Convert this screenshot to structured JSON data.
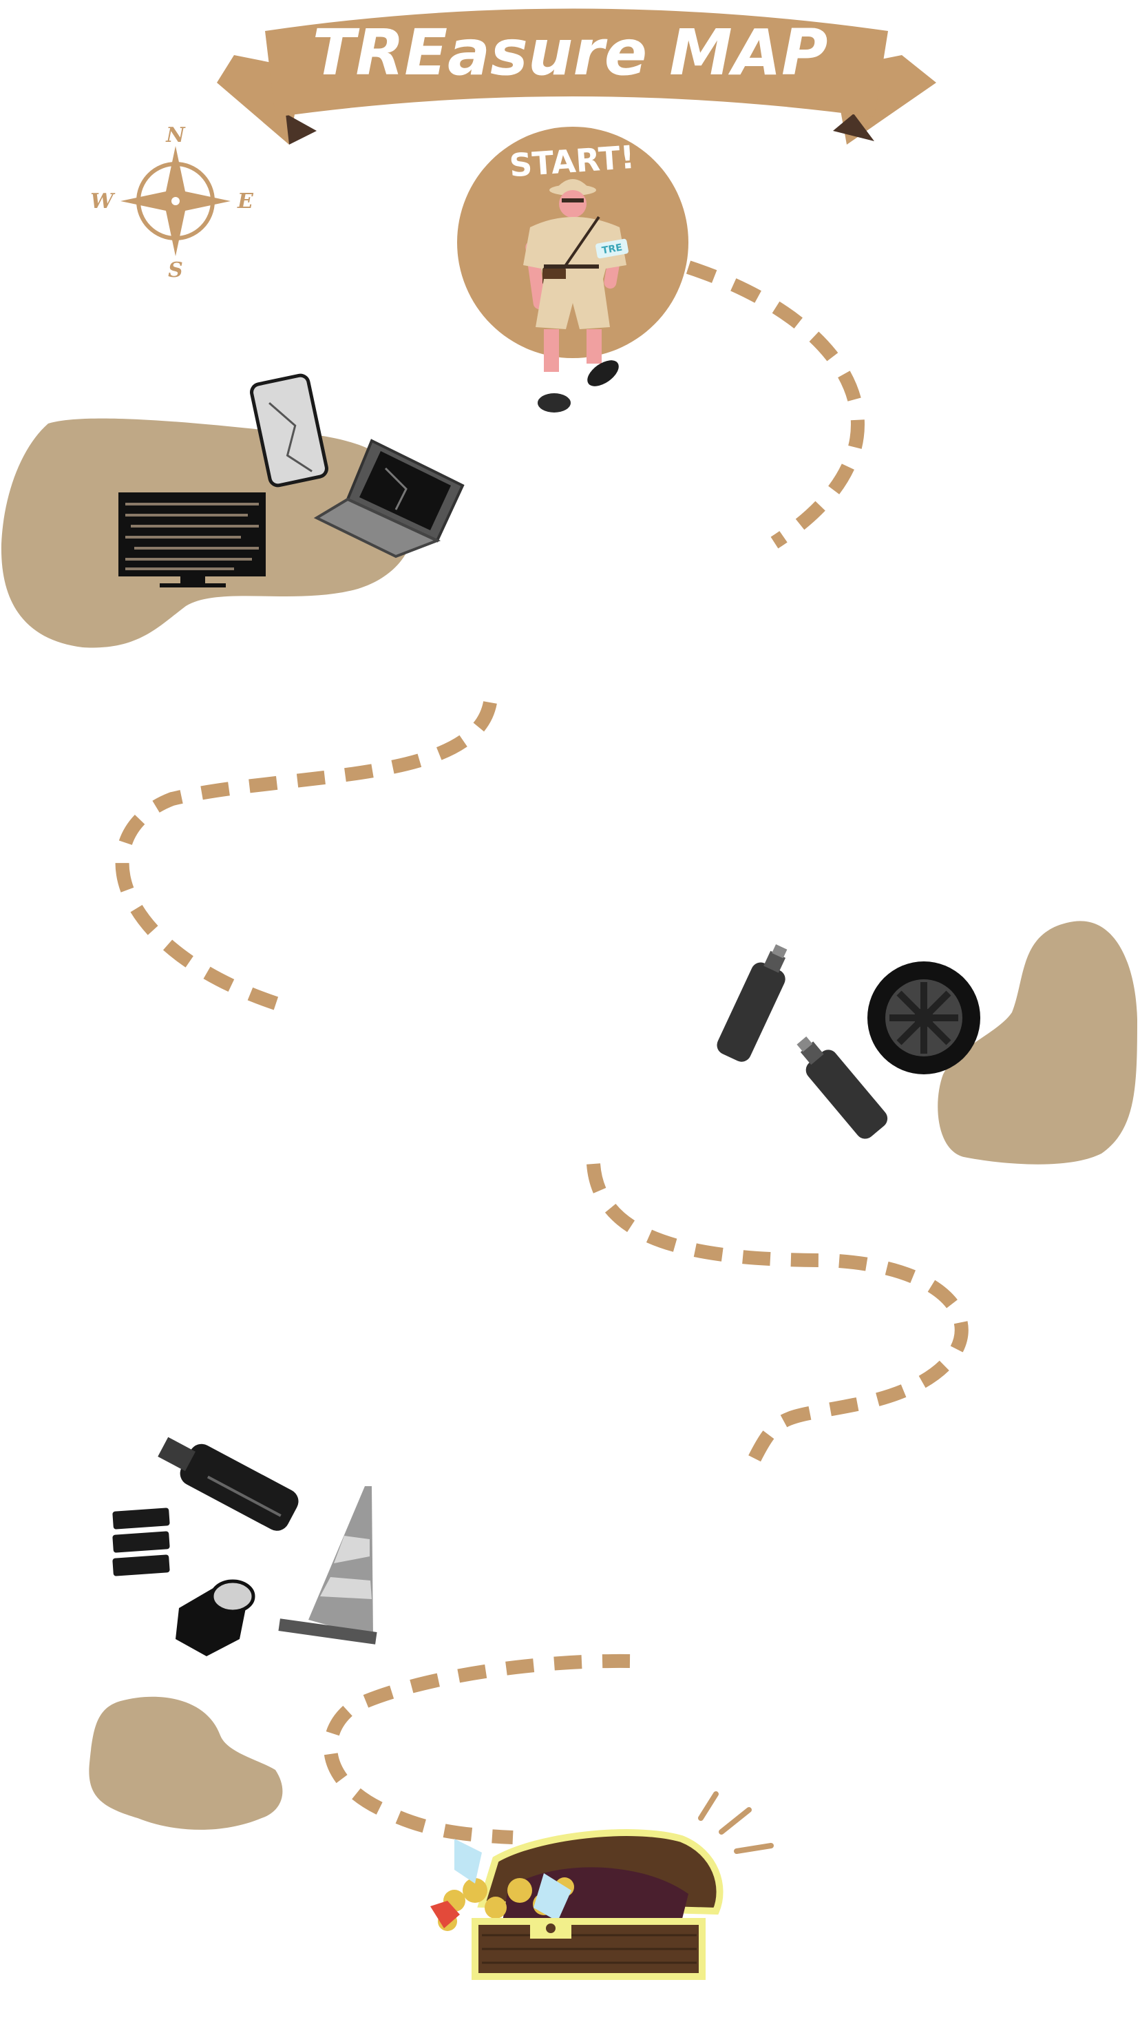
{
  "title": "TREasure MAP",
  "start_label": "START!",
  "badge_text": "TRE",
  "compass": {
    "north": "N",
    "south": "S",
    "east": "E",
    "west": "W"
  },
  "colors": {
    "banner": "#c69b6b",
    "banner_fold": "#4b3427",
    "path": "#c69b6b",
    "island": "#bfa886",
    "start_circle": "#c69b6b",
    "chest_wood": "#5a3a22",
    "chest_trim": "#f2ef8b"
  },
  "icons": {
    "compass": "compass-rose-icon",
    "explorer": "explorer-character",
    "monitor": "broken-monitor-icon",
    "phone": "cracked-phone-icon",
    "laptop": "broken-laptop-icon",
    "bottles": "plastic-bottle-icon",
    "tire": "tire-icon",
    "glass_bottle": "glass-bottle-icon",
    "batteries": "battery-icon",
    "can": "crushed-can-icon",
    "cone": "traffic-cone-icon",
    "chest": "treasure-chest-icon"
  }
}
